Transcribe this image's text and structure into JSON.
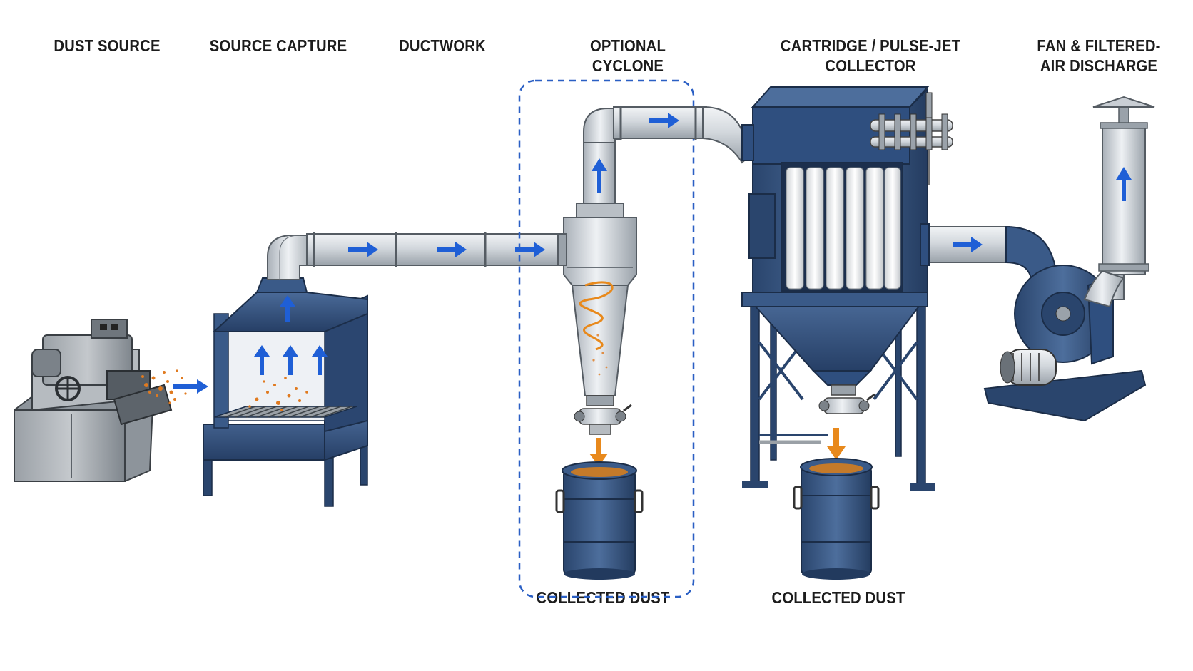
{
  "stages": [
    {
      "id": "dust-source",
      "label": "DUST SOURCE"
    },
    {
      "id": "source-capture",
      "label": "SOURCE CAPTURE"
    },
    {
      "id": "ductwork",
      "label": "DUCTWORK"
    },
    {
      "id": "optional-cyclone",
      "label": "OPTIONAL CYCLONE"
    },
    {
      "id": "cartridge-collector",
      "label": "CARTRIDGE / PULSE-JET COLLECTOR"
    },
    {
      "id": "fan-discharge",
      "label": "FAN & FILTERED-AIR DISCHARGE"
    }
  ],
  "outputs": {
    "cyclone_bin": "COLLECTED DUST",
    "collector_bin": "COLLECTED DUST"
  },
  "colors": {
    "equipment_blue": "#2f4f7f",
    "duct_steel": "#c9ced4",
    "airflow_arrow": "#1f5fd6",
    "dust_arrow": "#e8891c",
    "dust_particles": "#e07a1f",
    "optional_outline": "#2a5fc4"
  }
}
